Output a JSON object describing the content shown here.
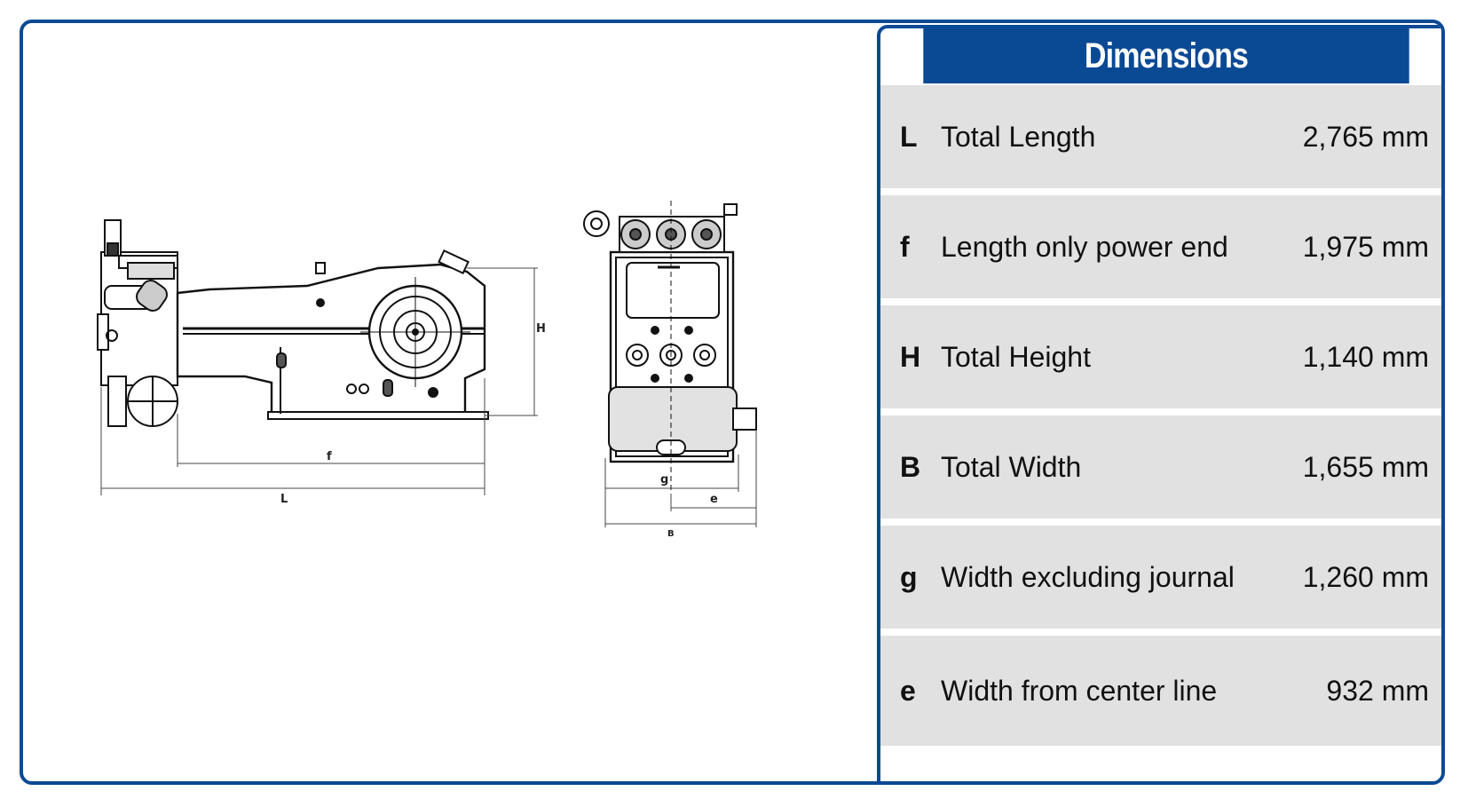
{
  "panel": {
    "title": "Dimensions",
    "rows": [
      {
        "symbol": "L",
        "label": "Total Length",
        "value": "2,765 mm"
      },
      {
        "symbol": "f",
        "label": "Length only power end",
        "value": "1,975 mm"
      },
      {
        "symbol": "H",
        "label": "Total Height",
        "value": "1,140 mm"
      },
      {
        "symbol": "B",
        "label": "Total Width",
        "value": "1,655 mm"
      },
      {
        "symbol": "g",
        "label": "Width excluding journal",
        "value": "1,260 mm"
      },
      {
        "symbol": "e",
        "label": "Width from center line",
        "value": "932 mm"
      }
    ]
  },
  "drawing": {
    "side_labels": {
      "L": "L",
      "f": "f",
      "H": "H"
    },
    "end_labels": {
      "g": "g",
      "e": "e",
      "B": "B"
    }
  },
  "colors": {
    "brand_blue": "#0a4994",
    "row_gray": "#e1e1e1"
  }
}
